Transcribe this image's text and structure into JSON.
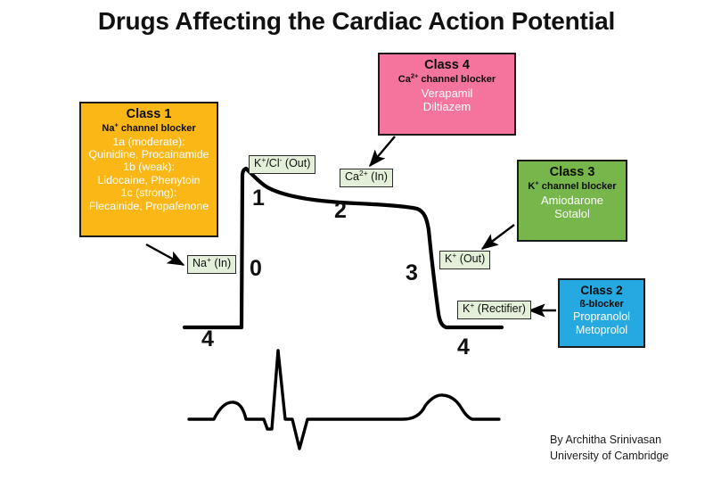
{
  "title": "Drugs Affecting the Cardiac Action Potential",
  "colors": {
    "class1": "#FAB716",
    "class2": "#26A9E0",
    "class3": "#76B64A",
    "class4": "#F4749E",
    "ion_label_bg": "#E3EFD9",
    "curve": "#000000",
    "text_dark": "#111111",
    "text_light": "#FFFFFF",
    "background": "#FFFFFF"
  },
  "drug_classes": [
    {
      "id": "class1",
      "title": "Class 1",
      "mechanism": "Na+ channel blocker",
      "mechanism_ion": "Na",
      "mechanism_charge": "+",
      "mechanism_rest": " channel blocker",
      "lines": [
        "1a (moderate):",
        "Quinidine, Procainamide",
        "1b (weak):",
        "Lidocaine, Phenytoin",
        "1c (strong):",
        "Flecainide, Propafenone"
      ],
      "color": "#FAB716",
      "targets_phase": "0"
    },
    {
      "id": "class2",
      "title": "Class 2",
      "mechanism": "ß-blocker",
      "mechanism_ion": "",
      "mechanism_charge": "",
      "mechanism_rest": "ß-blocker",
      "lines": [
        "Propranolol",
        "Metoprolol"
      ],
      "color": "#26A9E0",
      "targets_phase": "4"
    },
    {
      "id": "class3",
      "title": "Class 3",
      "mechanism": "K+ channel blocker",
      "mechanism_ion": "K",
      "mechanism_charge": "+",
      "mechanism_rest": " channel blocker",
      "lines": [
        "Amiodarone",
        "Sotalol"
      ],
      "color": "#76B64A",
      "targets_phase": "3"
    },
    {
      "id": "class4",
      "title": "Class 4",
      "mechanism": "Ca2+ channel blocker",
      "mechanism_ion": "Ca",
      "mechanism_charge": "2+",
      "mechanism_rest": " channel blocker",
      "lines": [
        "Verapamil",
        "Diltiazem"
      ],
      "color": "#F4749E",
      "targets_phase": "2"
    }
  ],
  "ion_labels": [
    {
      "id": "kcl-out",
      "ion": "K",
      "charge": "+",
      "rest": "/Cl",
      "charge2": "-",
      "rest2": " (Out)",
      "full": "K+/Cl- (Out)",
      "phase": "1"
    },
    {
      "id": "ca-in",
      "ion": "Ca",
      "charge": "2+",
      "rest": " (In)",
      "full": "Ca2+ (In)",
      "phase": "2"
    },
    {
      "id": "na-in",
      "ion": "Na",
      "charge": "+",
      "rest": " (In)",
      "full": "Na+ (In)",
      "phase": "0"
    },
    {
      "id": "k-out",
      "ion": "K",
      "charge": "+",
      "rest": " (Out)",
      "full": "K+ (Out)",
      "phase": "3"
    },
    {
      "id": "k-rect",
      "ion": "K",
      "charge": "+",
      "rest": " (Rectifier)",
      "full": "K+ (Rectifier)",
      "phase": "4"
    }
  ],
  "phase_numbers": [
    {
      "id": "phase-0",
      "label": "0"
    },
    {
      "id": "phase-1",
      "label": "1"
    },
    {
      "id": "phase-2",
      "label": "2"
    },
    {
      "id": "phase-3",
      "label": "3"
    },
    {
      "id": "phase-4a",
      "label": "4"
    },
    {
      "id": "phase-4b",
      "label": "4"
    }
  ],
  "traces": {
    "action_potential": {
      "name": "Cardiac ventricular action potential",
      "phases": [
        "4",
        "0",
        "1",
        "2",
        "3",
        "4"
      ],
      "description": "Resting baseline, rapid upstroke, early repolarization notch, plateau, rapid repolarization, return to resting"
    },
    "ecg": {
      "name": "ECG rhythm strip",
      "waves": [
        "P",
        "Q",
        "R",
        "S",
        "T"
      ]
    }
  },
  "attribution": {
    "author": "By Architha Srinivasan",
    "institution": "University of Cambridge"
  }
}
